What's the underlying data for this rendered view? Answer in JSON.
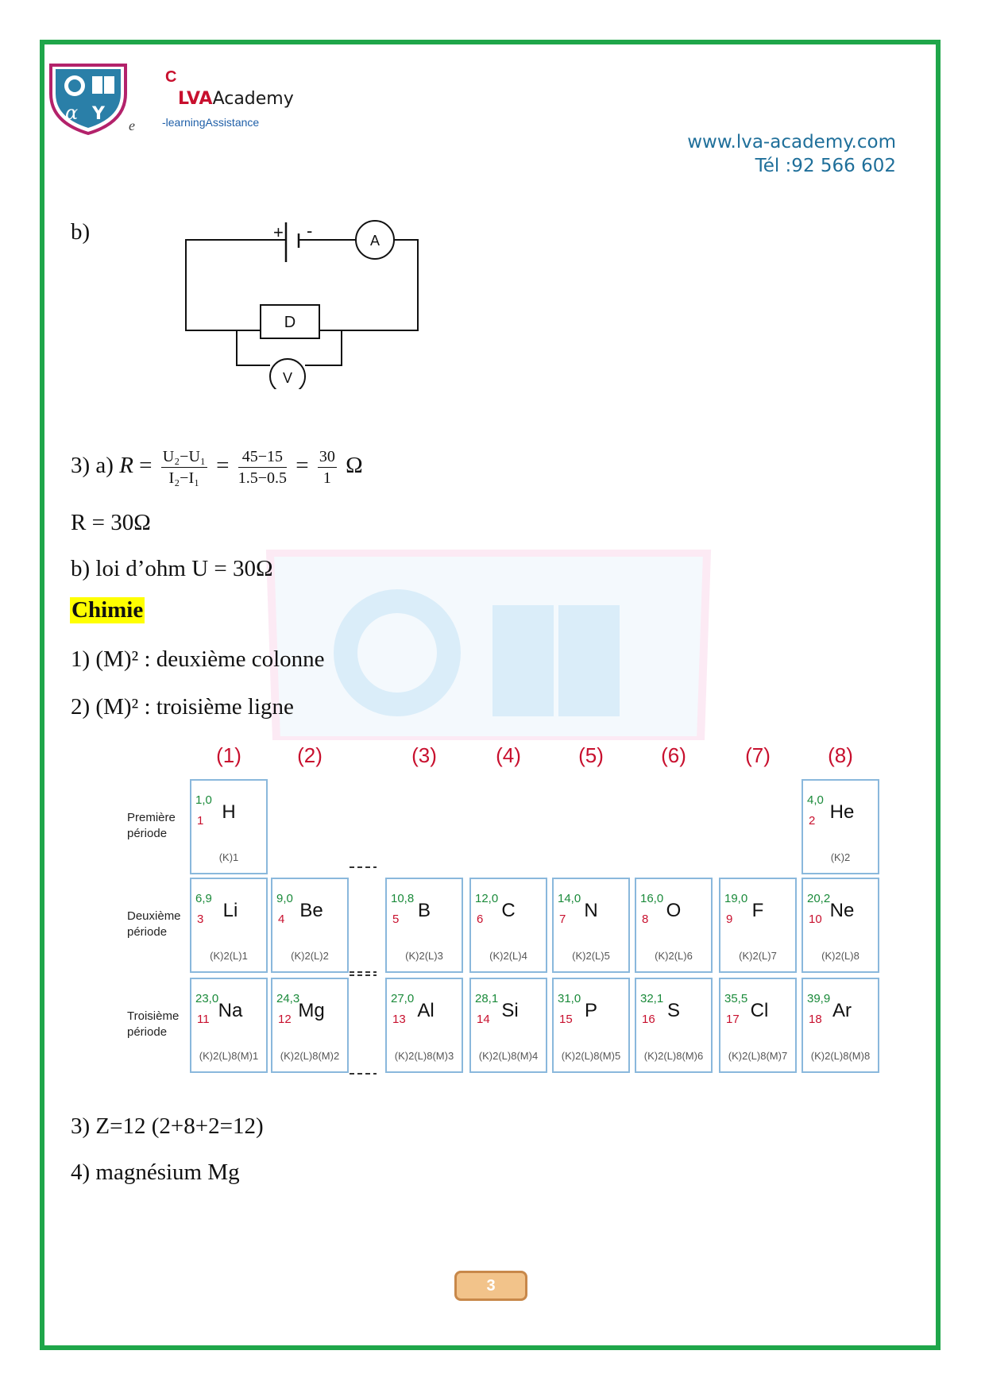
{
  "header": {
    "brand_c": "C",
    "brand_lva": "LVA",
    "brand_academy": "Academy",
    "brand_e": "e",
    "brand_sub": "-learningAssistance",
    "website": "www.lva-academy.com",
    "phone": "Tél :92 566 602"
  },
  "circuit": {
    "label": "b)",
    "plus": "+",
    "minus": "-",
    "ammeter": "A",
    "component": "D",
    "voltmeter": "V"
  },
  "physics": {
    "item3a_prefix": "3) a) ",
    "R": "R",
    "eq": " = ",
    "frac1_num": "U₂−U₁",
    "frac1_den": "I₂−I₁",
    "frac2_num": "45−15",
    "frac2_den": "1.5−0.5",
    "frac3_num": "30",
    "frac3_den": "1",
    "unit_ohm": " Ω",
    "result": "R = 30Ω",
    "item3b": "b) loi d’ohm U = 30Ω"
  },
  "chemistry": {
    "title": "Chimie",
    "q1": "1) (M)² : deuxième colonne",
    "q2": "2) (M)² : troisième ligne",
    "q3": "3) Z=12  (2+8+2=12)",
    "q4": "4) magnésium Mg"
  },
  "periodic_table": {
    "groups": [
      "(1)",
      "(2)",
      "(3)",
      "(4)",
      "(5)",
      "(6)",
      "(7)",
      "(8)"
    ],
    "rows": [
      "Première période",
      "Deuxième période",
      "Troisième période"
    ],
    "elements": [
      {
        "sym": "H",
        "mass": "1,0",
        "z": "1",
        "row": 0,
        "col": 0,
        "config": "(K)1"
      },
      {
        "sym": "He",
        "mass": "4,0",
        "z": "2",
        "row": 0,
        "col": 7,
        "config": "(K)2"
      },
      {
        "sym": "Li",
        "mass": "6,9",
        "z": "3",
        "row": 1,
        "col": 0,
        "config": "(K)2(L)1"
      },
      {
        "sym": "Be",
        "mass": "9,0",
        "z": "4",
        "row": 1,
        "col": 1,
        "config": "(K)2(L)2"
      },
      {
        "sym": "B",
        "mass": "10,8",
        "z": "5",
        "row": 1,
        "col": 2,
        "config": "(K)2(L)3"
      },
      {
        "sym": "C",
        "mass": "12,0",
        "z": "6",
        "row": 1,
        "col": 3,
        "config": "(K)2(L)4"
      },
      {
        "sym": "N",
        "mass": "14,0",
        "z": "7",
        "row": 1,
        "col": 4,
        "config": "(K)2(L)5"
      },
      {
        "sym": "O",
        "mass": "16,0",
        "z": "8",
        "row": 1,
        "col": 5,
        "config": "(K)2(L)6"
      },
      {
        "sym": "F",
        "mass": "19,0",
        "z": "9",
        "row": 1,
        "col": 6,
        "config": "(K)2(L)7"
      },
      {
        "sym": "Ne",
        "mass": "20,2",
        "z": "10",
        "row": 1,
        "col": 7,
        "config": "(K)2(L)8"
      },
      {
        "sym": "Na",
        "mass": "23,0",
        "z": "11",
        "row": 2,
        "col": 0,
        "config": "(K)2(L)8(M)1"
      },
      {
        "sym": "Mg",
        "mass": "24,3",
        "z": "12",
        "row": 2,
        "col": 1,
        "config": "(K)2(L)8(M)2"
      },
      {
        "sym": "Al",
        "mass": "27,0",
        "z": "13",
        "row": 2,
        "col": 2,
        "config": "(K)2(L)8(M)3"
      },
      {
        "sym": "Si",
        "mass": "28,1",
        "z": "14",
        "row": 2,
        "col": 3,
        "config": "(K)2(L)8(M)4"
      },
      {
        "sym": "P",
        "mass": "31,0",
        "z": "15",
        "row": 2,
        "col": 4,
        "config": "(K)2(L)8(M)5"
      },
      {
        "sym": "S",
        "mass": "32,1",
        "z": "16",
        "row": 2,
        "col": 5,
        "config": "(K)2(L)8(M)6"
      },
      {
        "sym": "Cl",
        "mass": "35,5",
        "z": "17",
        "row": 2,
        "col": 6,
        "config": "(K)2(L)8(M)7"
      },
      {
        "sym": "Ar",
        "mass": "39,9",
        "z": "18",
        "row": 2,
        "col": 7,
        "config": "(K)2(L)8(M)8"
      }
    ]
  },
  "footer": {
    "page_number": "3"
  },
  "colors": {
    "frame": "#1fa64a",
    "brand_red": "#c8102e",
    "link_blue": "#1f6f9a",
    "cell_border": "#8ab8dc",
    "mass_green": "#1a8a3a",
    "z_red": "#c8102e",
    "group_red": "#c8102e"
  }
}
